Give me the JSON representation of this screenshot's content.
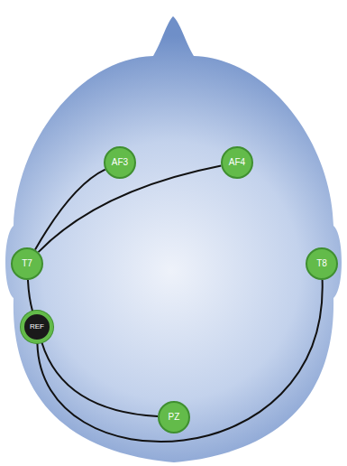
{
  "diagram": {
    "nodes": [
      {
        "text": [
          "AF3"
        ]
      },
      {
        "text": [
          "AF4"
        ]
      },
      {
        "text": [
          "T7"
        ]
      },
      {
        "text": [
          "T8"
        ]
      },
      {
        "text": [
          "REF"
        ]
      },
      {
        "text": [
          "PZ"
        ]
      }
    ],
    "edges": [
      {
        "from": 2,
        "to": 0,
        "arrow": "none"
      },
      {
        "from": 2,
        "to": 1,
        "arrow": "none"
      },
      {
        "from": 2,
        "to": 4,
        "arrow": "none"
      },
      {
        "from": 4,
        "to": 5,
        "arrow": "none"
      },
      {
        "from": 4,
        "to": 3,
        "arrow": "none"
      }
    ]
  }
}
